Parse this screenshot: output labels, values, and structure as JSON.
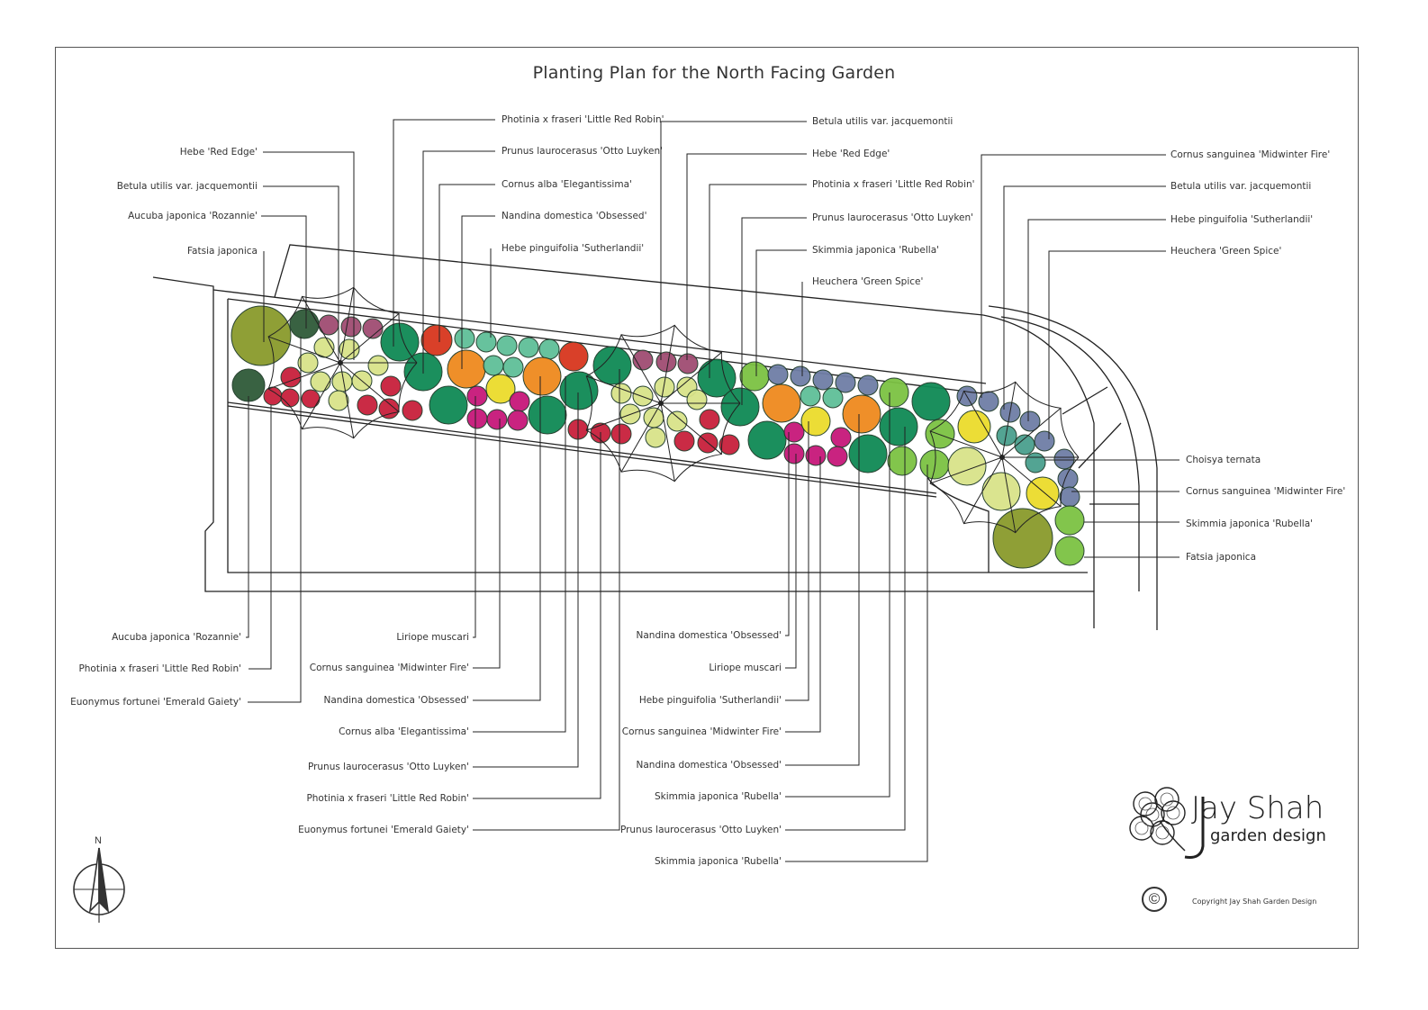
{
  "title": "Planting Plan for the North Facing Garden",
  "labels_top_left": [
    "Hebe 'Red Edge'",
    "Betula utilis var. jacquemontii",
    "Aucuba japonica 'Rozannie'",
    "Fatsia japonica"
  ],
  "labels_top_center": [
    "Photinia x fraseri 'Little Red Robin'",
    "Prunus laurocerasus 'Otto Luyken'",
    "Cornus alba 'Elegantissima'",
    "Nandina domestica 'Obsessed'",
    "Hebe pinguifolia 'Sutherlandii'"
  ],
  "labels_top_mid_right": [
    "Betula utilis var. jacquemontii",
    "Hebe 'Red Edge'",
    "Photinia x fraseri 'Little Red Robin'",
    "Prunus laurocerasus 'Otto Luyken'",
    "Skimmia japonica 'Rubella'",
    "Heuchera 'Green Spice'"
  ],
  "labels_top_far_right": [
    "Cornus sanguinea 'Midwinter Fire'",
    "Betula utilis var. jacquemontii",
    "Hebe pinguifolia 'Sutherlandii'",
    "Heuchera 'Green Spice'"
  ],
  "labels_right": [
    "Choisya ternata",
    "Cornus sanguinea 'Midwinter Fire'",
    "Skimmia japonica 'Rubella'",
    "Fatsia japonica"
  ],
  "labels_bottom_left": [
    "Aucuba japonica 'Rozannie'",
    "Photinia x fraseri 'Little Red Robin'",
    "Euonymus fortunei 'Emerald Gaiety'"
  ],
  "labels_bottom_center": [
    "Liriope muscari",
    "Cornus sanguinea 'Midwinter Fire'",
    "Nandina domestica 'Obsessed'",
    "Cornus alba 'Elegantissima'",
    "Prunus laurocerasus 'Otto Luyken'",
    "Photinia x fraseri 'Little Red Robin'",
    "Euonymus fortunei 'Emerald Gaiety'"
  ],
  "labels_bottom_right": [
    "Nandina domestica 'Obsessed'",
    "Liriope muscari",
    "Hebe pinguifolia 'Sutherlandii'",
    "Cornus sanguinea 'Midwinter Fire'",
    "Nandina domestica 'Obsessed'",
    "Skimmia japonica 'Rubella'",
    "Prunus laurocerasus 'Otto Luyken'",
    "Skimmia japonica 'Rubella'"
  ],
  "north_label": "N",
  "logo": {
    "name": "Jay Shah",
    "subtitle": "garden design"
  },
  "copyright_symbol": "©",
  "copyright_text": "Copyright Jay Shah Garden Design",
  "colors": {
    "olive": "#8a9a2c",
    "dark_green": "#2f5a38",
    "emerald": "#0f8a55",
    "mint": "#5fbf98",
    "lime": "#7cc243",
    "pale_yellow": "#d9e38a",
    "yellow": "#ecdc2c",
    "orange": "#ef8a1e",
    "red": "#d8361e",
    "crimson": "#c8203c",
    "magenta": "#c7187a",
    "mauve": "#a04c72",
    "slate": "#6f7ea6",
    "teal": "#4aa08e"
  }
}
